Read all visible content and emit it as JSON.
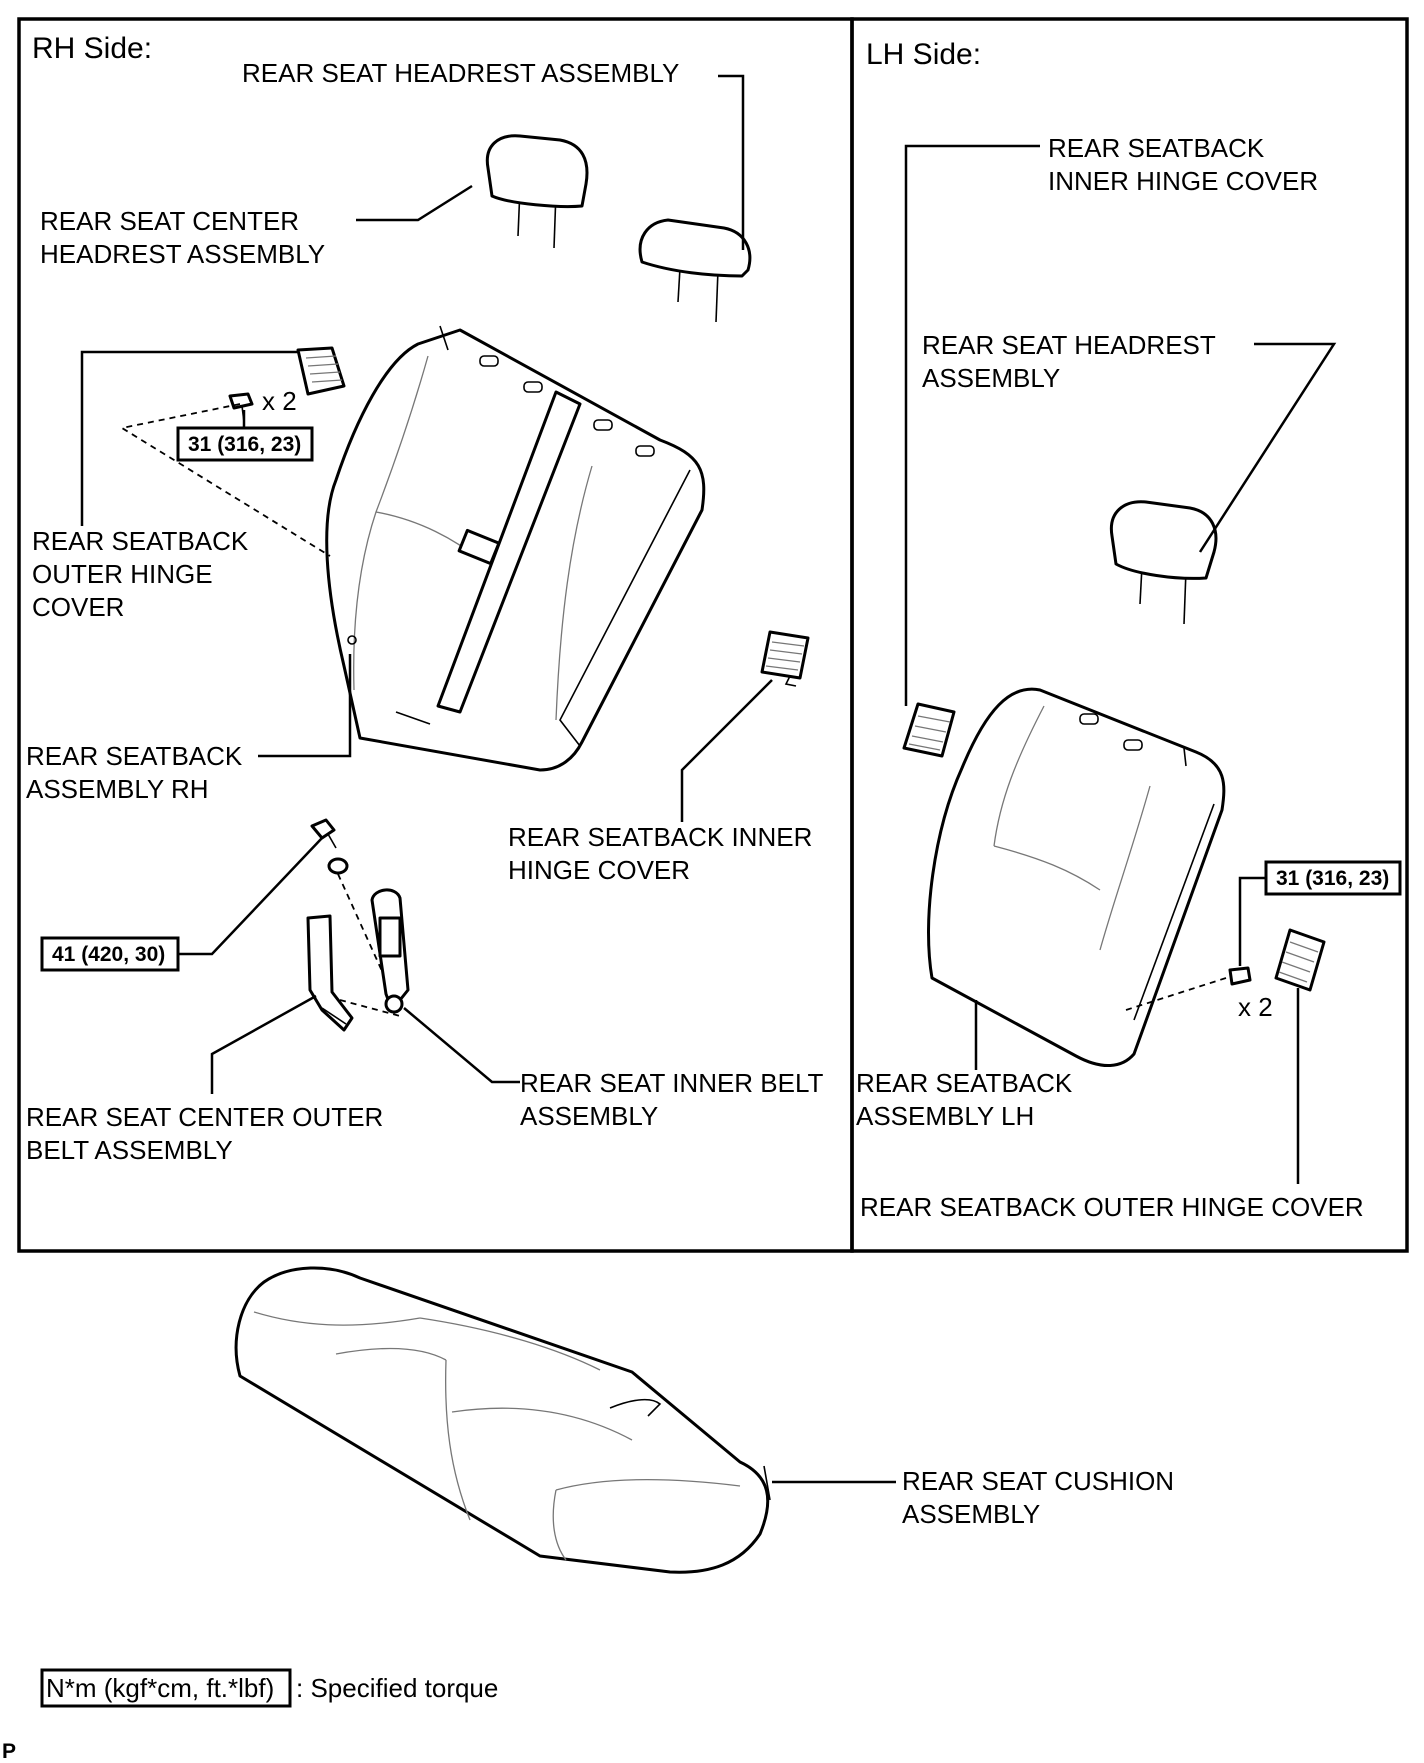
{
  "panels": {
    "rh_title": "RH Side:",
    "lh_title": "LH Side:"
  },
  "labels": {
    "rh_headrest": "REAR SEAT HEADREST ASSEMBLY",
    "center_headrest": [
      "REAR SEAT CENTER",
      "HEADREST ASSEMBLY"
    ],
    "rh_outer_hinge": [
      "REAR SEATBACK",
      "OUTER HINGE",
      "COVER"
    ],
    "seatback_rh": [
      "REAR SEATBACK",
      "ASSEMBLY RH"
    ],
    "rh_inner_hinge": [
      "REAR SEATBACK INNER",
      "HINGE COVER"
    ],
    "center_outer_belt": [
      "REAR SEAT CENTER OUTER",
      "BELT ASSEMBLY"
    ],
    "inner_belt": [
      "REAR SEAT INNER BELT",
      "ASSEMBLY"
    ],
    "lh_inner_hinge": [
      "REAR SEATBACK",
      "INNER HINGE COVER"
    ],
    "lh_headrest": [
      "REAR SEAT HEADREST",
      "ASSEMBLY"
    ],
    "seatback_lh": [
      "REAR SEATBACK",
      "ASSEMBLY LH"
    ],
    "lh_outer_hinge": "REAR SEATBACK OUTER HINGE COVER",
    "cushion": [
      "REAR SEAT CUSHION",
      "ASSEMBLY"
    ]
  },
  "torque": {
    "rh_hinge": "31 (316, 23)",
    "belt_bolt": "41 (420, 30)",
    "lh_hinge": "31 (316, 23)"
  },
  "quantities": {
    "rh_bolts": "x 2",
    "lh_bolts": "x 2"
  },
  "legend": {
    "unit_box": "N*m (kgf*cm, ft.*lbf)",
    "text": ": Specified torque"
  },
  "corner_mark": "P"
}
